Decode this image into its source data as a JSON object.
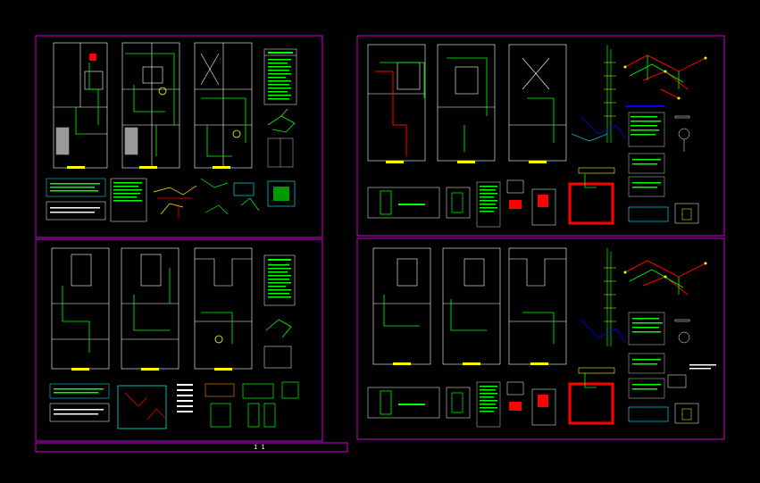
{
  "drawing": {
    "background": "#000000",
    "frame_color": "#b000b0",
    "colors": {
      "wall": "#ffffff",
      "cold_water": "#00ff00",
      "hot_water": "#ff0000",
      "drain": "#ffff00",
      "vent": "#00ffff",
      "riser": "#0000ff",
      "text": "#00ff00",
      "dim": "#ffffff"
    },
    "sheets": [
      {
        "id": "sheet-1",
        "kind": "plumbing-plan",
        "floors": 3
      },
      {
        "id": "sheet-2",
        "kind": "drainage-plan",
        "floors": 3
      },
      {
        "id": "sheet-3",
        "kind": "water-supply-plan",
        "floors": 3
      },
      {
        "id": "sheet-4",
        "kind": "water-supply-plan",
        "floors": 3
      }
    ],
    "bottom_strip_label": "1 1"
  }
}
